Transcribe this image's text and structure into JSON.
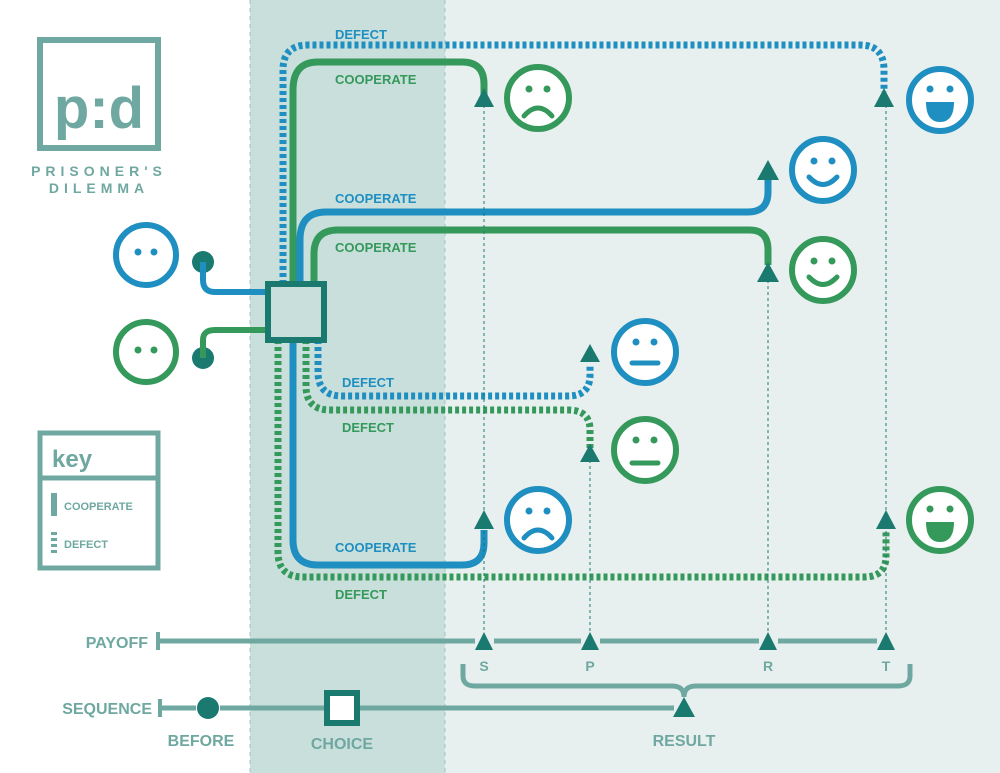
{
  "logo": {
    "mark": "p:d",
    "line1": "PRISONER'S",
    "line2": "DILEMMA"
  },
  "key": {
    "title": "key",
    "cooperate": "COOPERATE",
    "defect": "DEFECT"
  },
  "paths": {
    "top_blue_defect": "DEFECT",
    "top_green_cooperate": "COOPERATE",
    "mid_blue_cooperate": "COOPERATE",
    "mid_green_cooperate": "COOPERATE",
    "mid_blue_defect": "DEFECT",
    "mid_green_defect": "DEFECT",
    "bottom_blue_cooperate": "COOPERATE",
    "bottom_green_defect": "DEFECT"
  },
  "payoff": {
    "label": "PAYOFF",
    "ticks": [
      "S",
      "P",
      "R",
      "T"
    ]
  },
  "sequence": {
    "label": "SEQUENCE",
    "before": "BEFORE",
    "choice": "CHOICE",
    "result": "RESULT"
  },
  "colors": {
    "blue": "#1e8fc0",
    "green": "#34995a",
    "teal": "#1a7a70",
    "gray": "#6fa8a0",
    "choice_band": "#c9dfdc",
    "result_band": "#e7f0ef"
  }
}
